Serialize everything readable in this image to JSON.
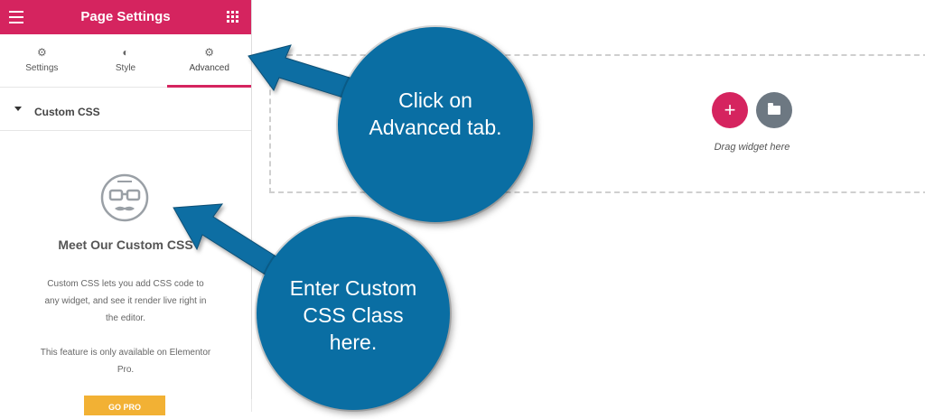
{
  "topbar": {
    "title": "Page Settings"
  },
  "tabs": [
    {
      "label": "Settings",
      "icon": "gear-icon"
    },
    {
      "label": "Style",
      "icon": "contrast-icon"
    },
    {
      "label": "Advanced",
      "icon": "gear-icon"
    }
  ],
  "section": {
    "label": "Custom CSS"
  },
  "promo": {
    "headline": "Meet Our Custom CSS",
    "description": "Custom CSS lets you add CSS code to any widget, and see it render live right in the editor.",
    "availability": "This feature is only available on Elementor Pro.",
    "button": "GO PRO"
  },
  "canvas": {
    "add_label": "+",
    "drag_text": "Drag widget here"
  },
  "callouts": {
    "first": [
      "Click on",
      "Advanced tab."
    ],
    "second": [
      "Enter Custom",
      "CSS Class",
      "here."
    ]
  },
  "colors": {
    "accent": "#d5245f",
    "callout": "#0a6ea3",
    "gopro": "#f2b134"
  }
}
